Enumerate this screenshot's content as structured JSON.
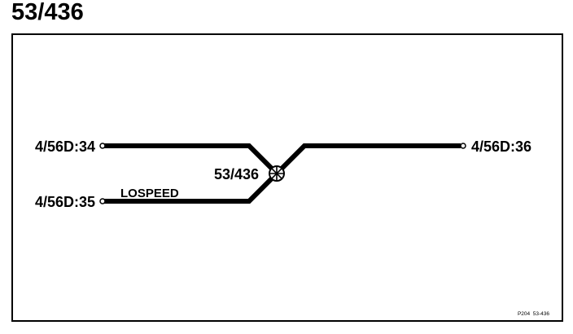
{
  "title": "53/436",
  "diagram": {
    "endpoint_left_top": "4/56D:34",
    "endpoint_left_bottom": "4/56D:35",
    "endpoint_right": "4/56D:36",
    "switch_label": "53/436",
    "speed_label": "LOSPEED",
    "reference_code": "P204  53-436",
    "line_color": "#000000",
    "switch_icon": "circle-cross-switch-icon",
    "endpoint_icon": "open-circle-terminal-icon"
  }
}
